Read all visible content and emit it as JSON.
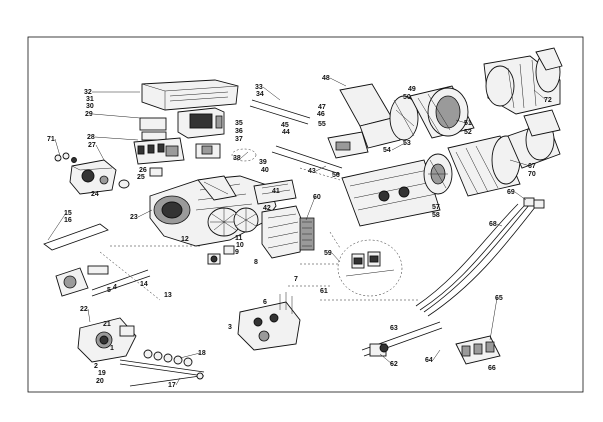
{
  "diagram": {
    "callouts": [
      "1",
      "2",
      "3",
      "4",
      "5",
      "6",
      "7",
      "8",
      "9",
      "10",
      "11",
      "12",
      "13",
      "14",
      "15",
      "16",
      "17",
      "18",
      "19",
      "20",
      "21",
      "22",
      "23",
      "24",
      "25",
      "26",
      "27",
      "28",
      "29",
      "30",
      "31",
      "32",
      "33",
      "34",
      "35",
      "36",
      "37",
      "38",
      "39",
      "40",
      "41",
      "42",
      "43",
      "44",
      "45",
      "46",
      "47",
      "48",
      "49",
      "50",
      "51",
      "52",
      "53",
      "54",
      "55",
      "56",
      "57",
      "58",
      "59",
      "60",
      "61",
      "62",
      "63",
      "64",
      "65",
      "66",
      "67",
      "68",
      "69",
      "70",
      "71",
      "72"
    ]
  }
}
